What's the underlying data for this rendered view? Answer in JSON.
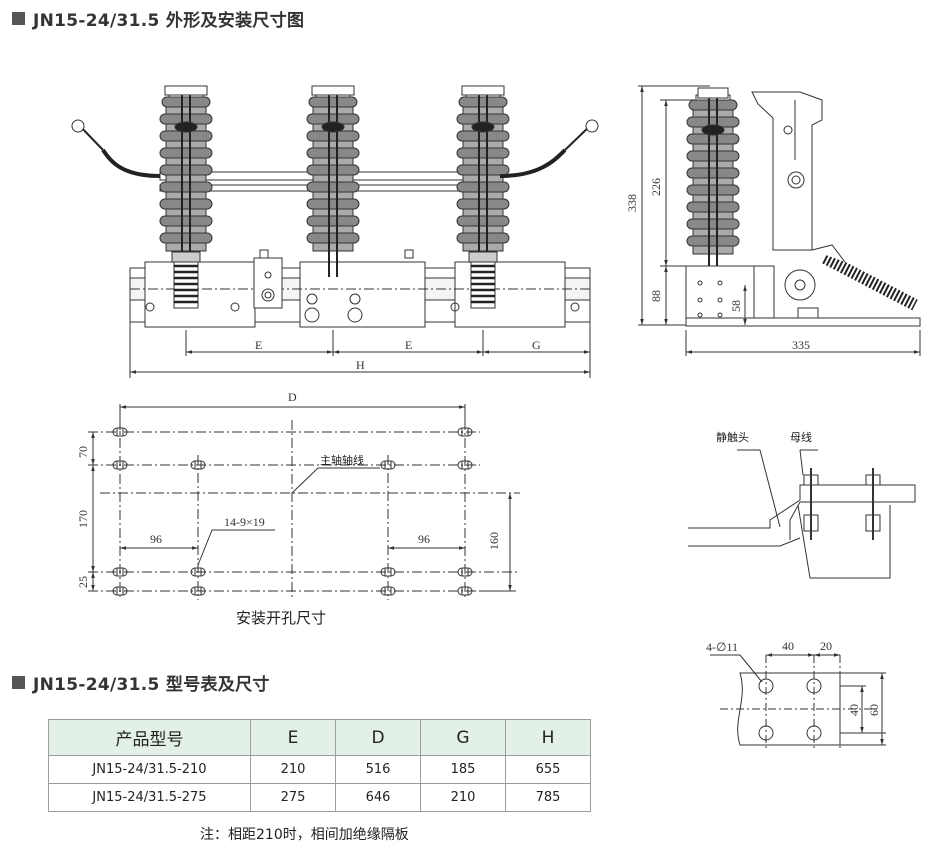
{
  "title_drawing": "JN15-24/31.5 外形及安装尺寸图",
  "title_table": "JN15-24/31.5 型号表及尺寸",
  "front_view": {
    "dim_E1": "E",
    "dim_E2": "E",
    "dim_G": "G",
    "dim_H": "H"
  },
  "side_view": {
    "dim_338": "338",
    "dim_226": "226",
    "dim_88": "88",
    "dim_58": "58",
    "dim_335": "335"
  },
  "mounting": {
    "dim_D": "D",
    "dim_70": "70",
    "dim_170": "170",
    "dim_25": "25",
    "dim_96_left": "96",
    "dim_96_right": "96",
    "dim_160": "160",
    "hole_spec": "14-9×19",
    "axis_label": "主轴轴线",
    "caption": "安装开孔尺寸"
  },
  "busbar_detail": {
    "static_contact": "静触头",
    "busbar": "母线"
  },
  "hole_detail": {
    "hole_spec": "4-∅11",
    "dim_40_top": "40",
    "dim_20": "20",
    "dim_40_right": "40",
    "dim_60": "60"
  },
  "table": {
    "headers": [
      "产品型号",
      "E",
      "D",
      "G",
      "H"
    ],
    "rows": [
      [
        "JN15-24/31.5-210",
        "210",
        "516",
        "185",
        "655"
      ],
      [
        "JN15-24/31.5-275",
        "275",
        "646",
        "210",
        "785"
      ]
    ]
  },
  "note": "注：相距210时，相间加绝缘隔板"
}
